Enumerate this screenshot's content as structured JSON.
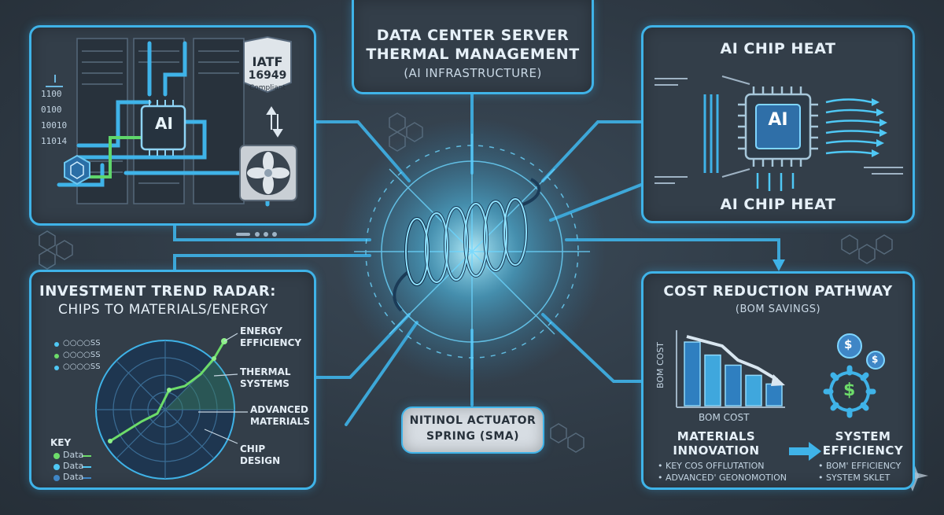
{
  "center_title": {
    "line1": "DATA CENTER SERVER",
    "line2": "THERMAL MANAGEMENT",
    "line3": "(AI INFRASTRUCTURE)"
  },
  "server_panel": {
    "chip_label": "AI",
    "badge_line1": "IATF",
    "badge_line2": "16949",
    "badge_line3": "Compliant",
    "codes": [
      "1100",
      "0100",
      "10010",
      "11014"
    ]
  },
  "chip_heat": {
    "title_top": "AI CHIP HEAT",
    "chip_label": "AI",
    "title_bottom": "AI CHIP HEAT"
  },
  "radar": {
    "title_line1": "INVESTMENT TREND RADAR:",
    "title_line2": "CHIPS TO MATERIALS/ENERGY",
    "labels": [
      "ENERGY EFFICIENCY",
      "THERMAL SYSTEMS",
      "ADVANCED MATERIALS",
      "CHIP DESIGN"
    ],
    "key_title": "KEY",
    "key_items": [
      "Data",
      "Data",
      "Data"
    ],
    "legend_codes": [
      "○○○○SS",
      "○○○○SS",
      "○○○○SS"
    ]
  },
  "actuator": {
    "line1": "NITINOL ACTUATOR",
    "line2": "SPRING (SMA)"
  },
  "cost": {
    "title": "COST REDUCTION PATHWAY",
    "subtitle": "(BOM SAVINGS)",
    "axis_label": "BOM COST",
    "bottom_label": "BOM COST",
    "bars": [
      0.88,
      0.7,
      0.56,
      0.42,
      0.3
    ],
    "left_head1": "MATERIALS",
    "left_head2": "INNOVATION",
    "left_items": [
      "• KEY COS OFFLUTATION",
      "• ADVANCED' GEONOMOTION"
    ],
    "right_head1": "SYSTEM",
    "right_head2": "EFFICIENCY",
    "right_items": [
      "• BOM' EFFICIENCY",
      "• SYSTEM SKLET"
    ],
    "dollar": "$"
  },
  "colors": {
    "accent": "#3fb3e8",
    "glow": "#7fe0ff",
    "green": "#6ddc6a"
  }
}
